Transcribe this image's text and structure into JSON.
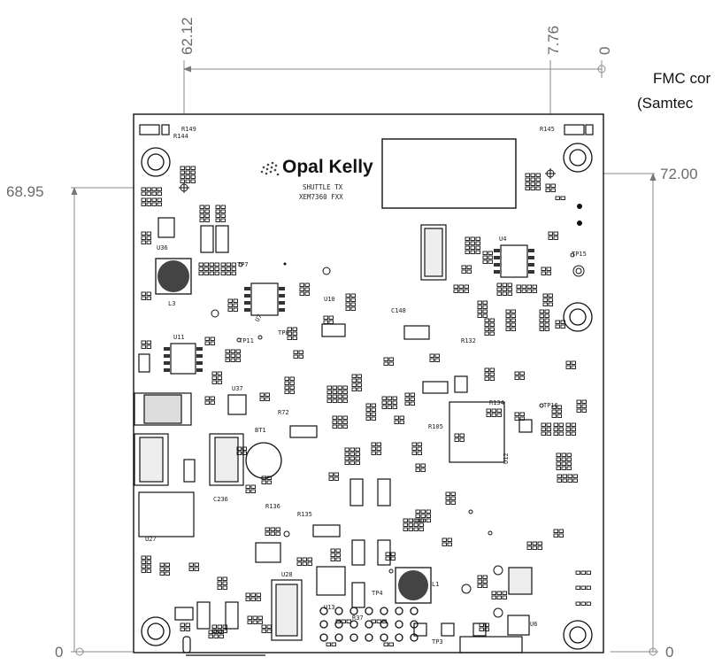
{
  "dimensions": {
    "top_left": "62.12",
    "top_mid": "7.76",
    "top_right": "0",
    "left_top": "68.95",
    "left_bottom": "0",
    "right_top": "72.00",
    "right_bottom": "0"
  },
  "annotation": {
    "line1": "FMC cor",
    "line2": "(Samtec"
  },
  "board": {
    "logo_text": "Opal Kelly",
    "name_line1": "SHUTTLE TX",
    "name_line2": "XEM7360 FXX"
  },
  "labels": {
    "L3": "L3",
    "TP7": "TP7",
    "U7": "U7",
    "U10": "U10",
    "TP8": "TP8",
    "U11": "U11",
    "TP11": "TP11",
    "U37": "U37",
    "BT1": "BT1",
    "R72": "R72",
    "C236": "C236",
    "R135": "R135",
    "R136": "R136",
    "U27": "U27",
    "U28": "U28",
    "U13": "U13",
    "TP4": "TP4",
    "R37": "R37",
    "U4": "U4",
    "TP15": "TP15",
    "TP16": "TP16",
    "U12": "U12",
    "R134": "R134",
    "R105": "R105",
    "R132": "R132",
    "C148": "C148",
    "U36": "U36",
    "R144": "R144",
    "R149": "R149",
    "R145": "R145",
    "L1": "L1",
    "U6": "U6",
    "TP3": "TP3"
  }
}
